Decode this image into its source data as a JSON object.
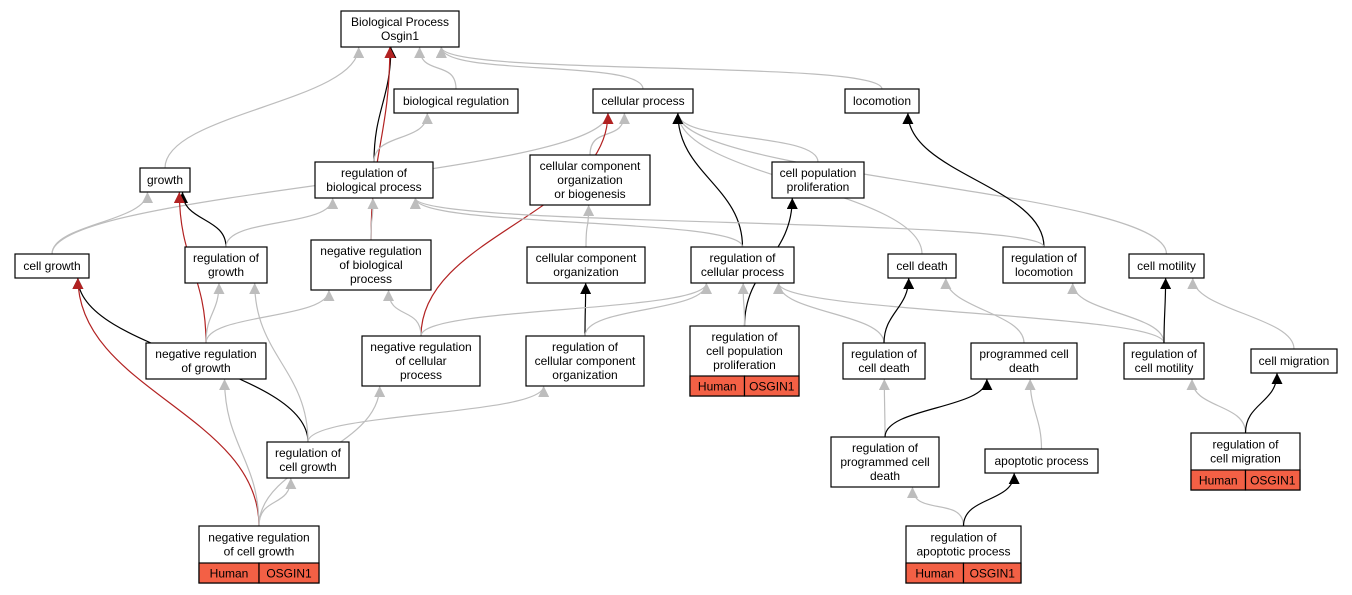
{
  "colors": {
    "edge_gray": "#bdbdbd",
    "edge_black": "#000000",
    "edge_red": "#b22222",
    "species_cell": "#f36045",
    "node_fill": "#ffffff"
  },
  "nodes": {
    "bp_root": {
      "lines": [
        "Biological Process",
        "Osgin1"
      ]
    },
    "biological_regulation": {
      "lines": [
        "biological regulation"
      ]
    },
    "cellular_process": {
      "lines": [
        "cellular process"
      ]
    },
    "locomotion": {
      "lines": [
        "locomotion"
      ]
    },
    "growth": {
      "lines": [
        "growth"
      ]
    },
    "regulation_of_biological_process": {
      "lines": [
        "regulation of",
        "biological process"
      ]
    },
    "cellular_component_organization_or_biogenesis": {
      "lines": [
        "cellular component",
        "organization",
        "or biogenesis"
      ]
    },
    "cell_population_proliferation": {
      "lines": [
        "cell population",
        "proliferation"
      ]
    },
    "cell_growth": {
      "lines": [
        "cell growth"
      ]
    },
    "regulation_of_growth": {
      "lines": [
        "regulation of",
        "growth"
      ]
    },
    "negative_regulation_of_biological_process": {
      "lines": [
        "negative regulation",
        "of biological",
        "process"
      ]
    },
    "cellular_component_organization": {
      "lines": [
        "cellular component",
        "organization"
      ]
    },
    "regulation_of_cellular_process": {
      "lines": [
        "regulation of",
        "cellular process"
      ]
    },
    "cell_death": {
      "lines": [
        "cell death"
      ]
    },
    "regulation_of_locomotion": {
      "lines": [
        "regulation of",
        "locomotion"
      ]
    },
    "cell_motility": {
      "lines": [
        "cell motility"
      ]
    },
    "negative_regulation_of_growth": {
      "lines": [
        "negative regulation",
        "of growth"
      ]
    },
    "negative_regulation_of_cellular_process": {
      "lines": [
        "negative regulation",
        "of cellular",
        "process"
      ]
    },
    "regulation_of_cellular_component_organization": {
      "lines": [
        "regulation of",
        "cellular component",
        "organization"
      ]
    },
    "regulation_of_cell_population_proliferation": {
      "lines": [
        "regulation of",
        "cell population",
        "proliferation"
      ],
      "cells": [
        "Human",
        "OSGIN1"
      ]
    },
    "regulation_of_cell_death": {
      "lines": [
        "regulation of",
        "cell death"
      ]
    },
    "programmed_cell_death": {
      "lines": [
        "programmed cell",
        "death"
      ]
    },
    "regulation_of_cell_motility": {
      "lines": [
        "regulation of",
        "cell motility"
      ]
    },
    "cell_migration": {
      "lines": [
        "cell migration"
      ]
    },
    "regulation_of_cell_growth": {
      "lines": [
        "regulation of",
        "cell growth"
      ]
    },
    "regulation_of_programmed_cell_death": {
      "lines": [
        "regulation of",
        "programmed cell",
        "death"
      ]
    },
    "apoptotic_process": {
      "lines": [
        "apoptotic process"
      ]
    },
    "regulation_of_cell_migration": {
      "lines": [
        "regulation of",
        "cell migration"
      ],
      "cells": [
        "Human",
        "OSGIN1"
      ]
    },
    "negative_regulation_of_cell_growth": {
      "lines": [
        "negative regulation",
        "of cell growth"
      ],
      "cells": [
        "Human",
        "OSGIN1"
      ]
    },
    "regulation_of_apoptotic_process": {
      "lines": [
        "regulation of",
        "apoptotic process"
      ],
      "cells": [
        "Human",
        "OSGIN1"
      ]
    }
  },
  "edges": [
    {
      "from": "biological_regulation",
      "to": "bp_root",
      "kind": "is_a"
    },
    {
      "from": "cellular_process",
      "to": "bp_root",
      "kind": "is_a"
    },
    {
      "from": "locomotion",
      "to": "bp_root",
      "kind": "is_a"
    },
    {
      "from": "growth",
      "to": "bp_root",
      "kind": "is_a"
    },
    {
      "from": "regulation_of_biological_process",
      "to": "bp_root",
      "kind": "regulates"
    },
    {
      "from": "negative_regulation_of_biological_process",
      "to": "bp_root",
      "kind": "negatively_regulates"
    },
    {
      "from": "regulation_of_biological_process",
      "to": "biological_regulation",
      "kind": "is_a"
    },
    {
      "from": "cellular_component_organization_or_biogenesis",
      "to": "cellular_process",
      "kind": "is_a"
    },
    {
      "from": "cell_population_proliferation",
      "to": "cellular_process",
      "kind": "is_a"
    },
    {
      "from": "cell_growth",
      "to": "cellular_process",
      "kind": "is_a"
    },
    {
      "from": "cell_death",
      "to": "cellular_process",
      "kind": "is_a"
    },
    {
      "from": "cell_motility",
      "to": "cellular_process",
      "kind": "is_a"
    },
    {
      "from": "regulation_of_cellular_process",
      "to": "cellular_process",
      "kind": "regulates"
    },
    {
      "from": "negative_regulation_of_cellular_process",
      "to": "cellular_process",
      "kind": "negatively_regulates"
    },
    {
      "from": "regulation_of_locomotion",
      "to": "locomotion",
      "kind": "regulates"
    },
    {
      "from": "cell_growth",
      "to": "growth",
      "kind": "is_a"
    },
    {
      "from": "regulation_of_growth",
      "to": "growth",
      "kind": "regulates"
    },
    {
      "from": "negative_regulation_of_growth",
      "to": "growth",
      "kind": "negatively_regulates"
    },
    {
      "from": "regulation_of_growth",
      "to": "regulation_of_biological_process",
      "kind": "is_a"
    },
    {
      "from": "negative_regulation_of_biological_process",
      "to": "regulation_of_biological_process",
      "kind": "is_a"
    },
    {
      "from": "regulation_of_cellular_process",
      "to": "regulation_of_biological_process",
      "kind": "is_a"
    },
    {
      "from": "regulation_of_locomotion",
      "to": "regulation_of_biological_process",
      "kind": "is_a"
    },
    {
      "from": "cellular_component_organization",
      "to": "cellular_component_organization_or_biogenesis",
      "kind": "is_a"
    },
    {
      "from": "regulation_of_cell_population_proliferation",
      "to": "cell_population_proliferation",
      "kind": "regulates"
    },
    {
      "from": "regulation_of_cell_growth",
      "to": "cell_growth",
      "kind": "regulates"
    },
    {
      "from": "negative_regulation_of_cell_growth",
      "to": "cell_growth",
      "kind": "negatively_regulates"
    },
    {
      "from": "negative_regulation_of_growth",
      "to": "regulation_of_growth",
      "kind": "is_a"
    },
    {
      "from": "regulation_of_cell_growth",
      "to": "regulation_of_growth",
      "kind": "is_a"
    },
    {
      "from": "negative_regulation_of_growth",
      "to": "negative_regulation_of_biological_process",
      "kind": "is_a"
    },
    {
      "from": "negative_regulation_of_cellular_process",
      "to": "negative_regulation_of_biological_process",
      "kind": "is_a"
    },
    {
      "from": "regulation_of_cellular_component_organization",
      "to": "cellular_component_organization",
      "kind": "regulates"
    },
    {
      "from": "negative_regulation_of_cellular_process",
      "to": "regulation_of_cellular_process",
      "kind": "is_a"
    },
    {
      "from": "regulation_of_cellular_component_organization",
      "to": "regulation_of_cellular_process",
      "kind": "is_a"
    },
    {
      "from": "regulation_of_cell_population_proliferation",
      "to": "regulation_of_cellular_process",
      "kind": "is_a"
    },
    {
      "from": "regulation_of_cell_death",
      "to": "regulation_of_cellular_process",
      "kind": "is_a"
    },
    {
      "from": "regulation_of_cell_motility",
      "to": "regulation_of_cellular_process",
      "kind": "is_a"
    },
    {
      "from": "regulation_of_cell_death",
      "to": "cell_death",
      "kind": "regulates"
    },
    {
      "from": "programmed_cell_death",
      "to": "cell_death",
      "kind": "is_a"
    },
    {
      "from": "regulation_of_cell_motility",
      "to": "regulation_of_locomotion",
      "kind": "is_a"
    },
    {
      "from": "regulation_of_cell_motility",
      "to": "cell_motility",
      "kind": "regulates"
    },
    {
      "from": "cell_migration",
      "to": "cell_motility",
      "kind": "is_a"
    },
    {
      "from": "regulation_of_cell_growth",
      "to": "regulation_of_cellular_component_organization",
      "kind": "is_a"
    },
    {
      "from": "regulation_of_programmed_cell_death",
      "to": "regulation_of_cell_death",
      "kind": "is_a"
    },
    {
      "from": "regulation_of_programmed_cell_death",
      "to": "programmed_cell_death",
      "kind": "regulates"
    },
    {
      "from": "apoptotic_process",
      "to": "programmed_cell_death",
      "kind": "is_a"
    },
    {
      "from": "regulation_of_cell_migration",
      "to": "regulation_of_cell_motility",
      "kind": "is_a"
    },
    {
      "from": "regulation_of_cell_migration",
      "to": "cell_migration",
      "kind": "regulates"
    },
    {
      "from": "negative_regulation_of_cell_growth",
      "to": "regulation_of_cell_growth",
      "kind": "is_a"
    },
    {
      "from": "negative_regulation_of_cell_growth",
      "to": "negative_regulation_of_growth",
      "kind": "is_a"
    },
    {
      "from": "negative_regulation_of_cell_growth",
      "to": "negative_regulation_of_cellular_process",
      "kind": "is_a"
    },
    {
      "from": "regulation_of_apoptotic_process",
      "to": "regulation_of_programmed_cell_death",
      "kind": "is_a"
    },
    {
      "from": "regulation_of_apoptotic_process",
      "to": "apoptotic_process",
      "kind": "regulates"
    }
  ]
}
